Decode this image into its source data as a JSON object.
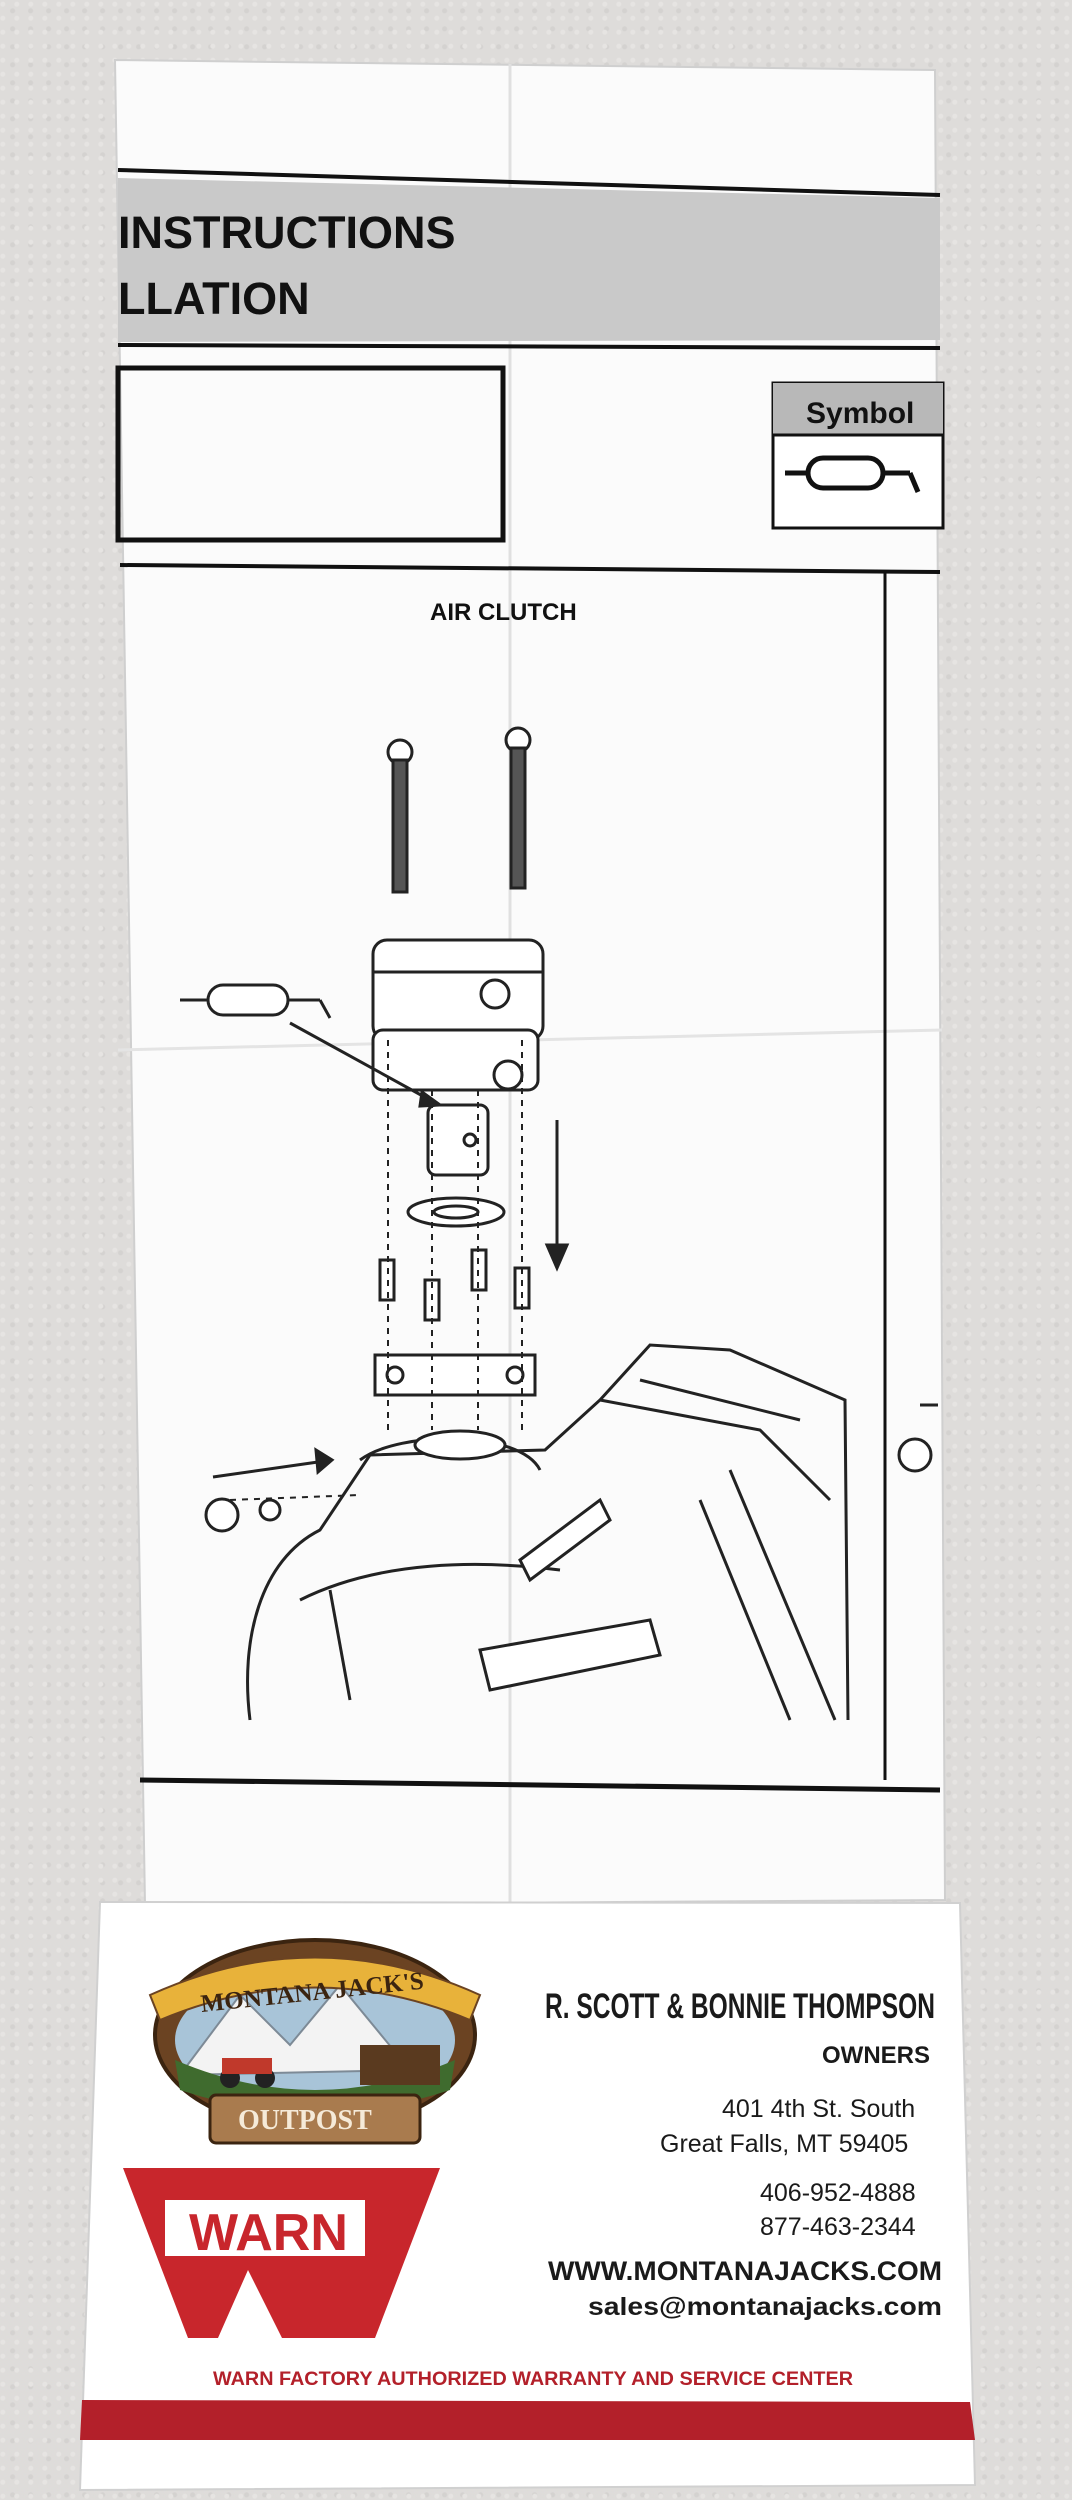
{
  "sheet": {
    "header_line1": "INSTRUCTIONS",
    "header_line2": "LLATION",
    "symbol_label": "Symbol",
    "diagram_title": "AIR CLUTCH"
  },
  "card": {
    "logo_top": "MONTANA JACK'S",
    "logo_bottom": "OUTPOST",
    "brand": "WARN",
    "owners_names": "R. SCOTT & BONNIE THOMPSON",
    "owners_title": "OWNERS",
    "address_line1": "401 4th St. South",
    "address_line2": "Great Falls, MT 59405",
    "phone1": "406-952-4888",
    "phone2": "877-463-2344",
    "website": "WWW.MONTANAJACKS.COM",
    "email": "sales@montanajacks.com",
    "footer": "WARN FACTORY AUTHORIZED WARRANTY AND SERVICE CENTER"
  },
  "colors": {
    "warn_red": "#c8262c",
    "footer_red": "#b3202a",
    "header_gray": "#c9c9c9"
  }
}
